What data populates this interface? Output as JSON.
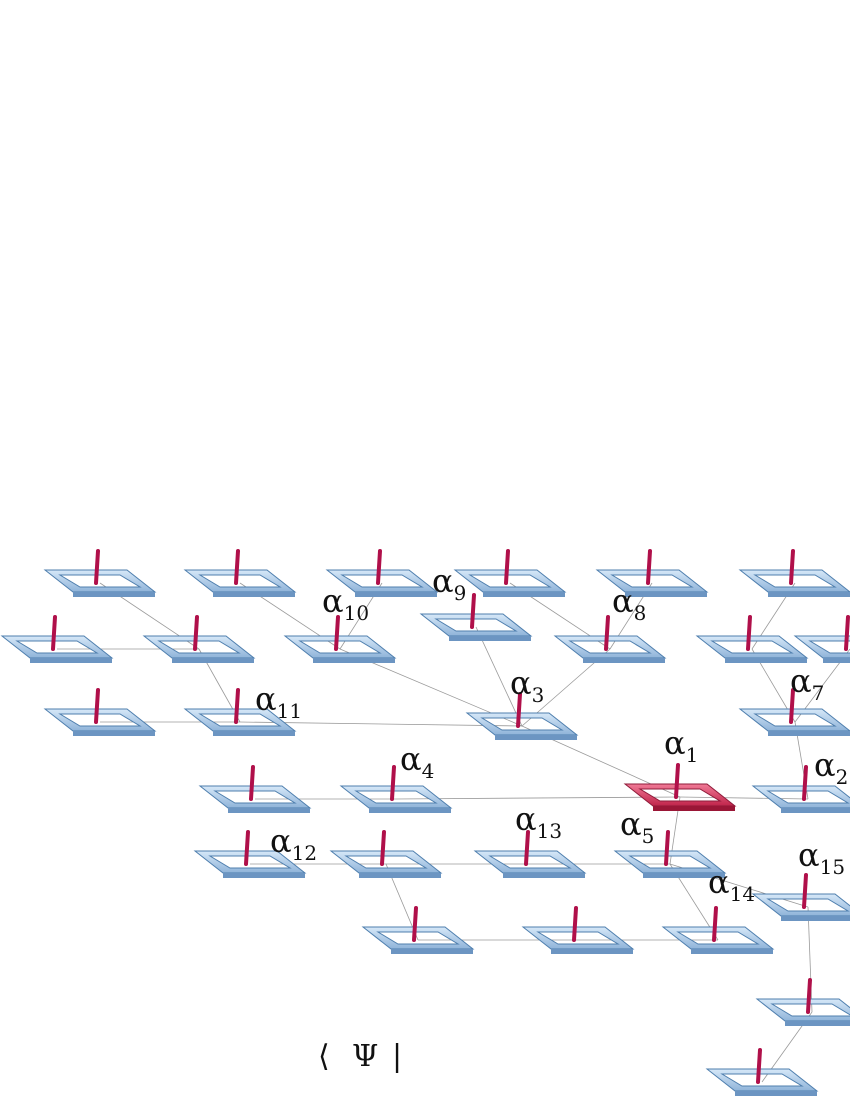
{
  "diagram": {
    "type": "lattice-of-plaquettes",
    "colors": {
      "plaquette": "#a9c9ea",
      "plaquette_edge": "#4f7fae",
      "highlight": "#d8395e",
      "highlight_edge": "#8f1b3a",
      "spin": "#b0104a",
      "link": "#9a9a9a"
    },
    "labels": [
      {
        "id": "a1",
        "symbol": "α",
        "sub": "1"
      },
      {
        "id": "a2",
        "symbol": "α",
        "sub": "2"
      },
      {
        "id": "a3",
        "symbol": "α",
        "sub": "3"
      },
      {
        "id": "a4",
        "symbol": "α",
        "sub": "4"
      },
      {
        "id": "a5",
        "symbol": "α",
        "sub": "5"
      },
      {
        "id": "a7",
        "symbol": "α",
        "sub": "7"
      },
      {
        "id": "a8",
        "symbol": "α",
        "sub": "8"
      },
      {
        "id": "a9",
        "symbol": "α",
        "sub": "9"
      },
      {
        "id": "a10",
        "symbol": "α",
        "sub": "10"
      },
      {
        "id": "a11",
        "symbol": "α",
        "sub": "11"
      },
      {
        "id": "a12",
        "symbol": "α",
        "sub": "12"
      },
      {
        "id": "a13",
        "symbol": "α",
        "sub": "13"
      },
      {
        "id": "a14",
        "symbol": "α",
        "sub": "14"
      },
      {
        "id": "a15",
        "symbol": "α",
        "sub": "15"
      }
    ],
    "bra_ket": {
      "left": "⟨",
      "symbol": "Ψ",
      "right": "|"
    }
  }
}
